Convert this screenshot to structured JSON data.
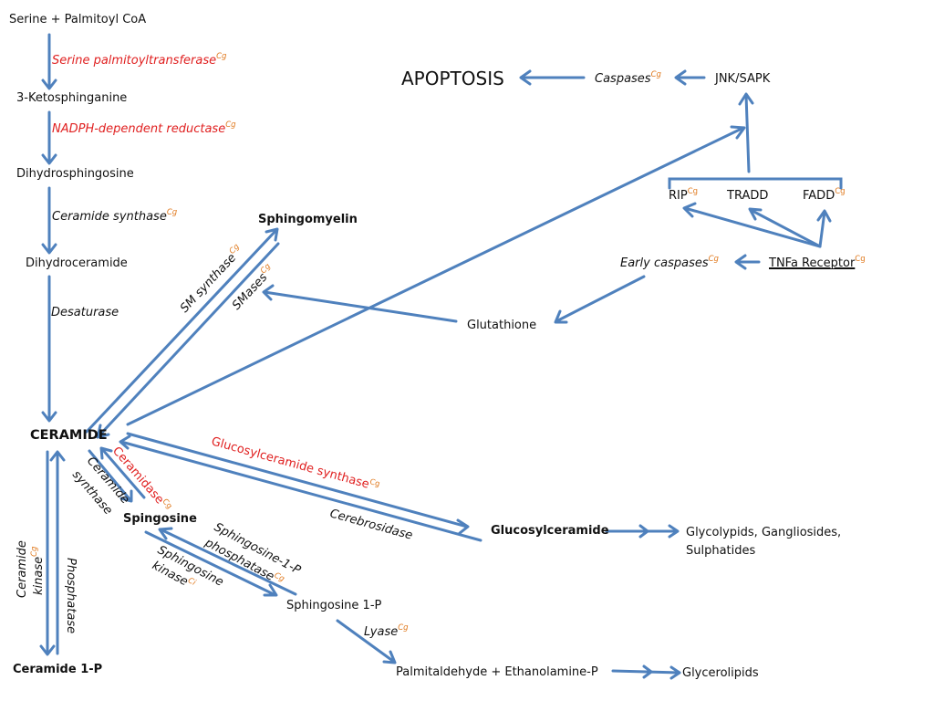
{
  "nodes": {
    "serine_palmitoyl": "Serine + Palmitoyl CoA",
    "ketosphinganine": "3-Ketosphinganine",
    "dihydrosphingosine": "Dihydrosphingosine",
    "dihydroceramide": "Dihydroceramide",
    "ceramide": "CERAMIDE",
    "ceramide_1p": "Ceramide 1-P",
    "sphingomyelin": "Sphingomyelin",
    "spingosine": "Spingosine",
    "sphingosine_1p": "Sphingosine 1-P",
    "palmitaldehyde": "Palmitaldehyde + Ethanolamine-P",
    "glycerolipids": "Glycerolipids",
    "glucosylceramide": "Glucosylceramide",
    "glycolipids_line1": "Glycolypids, Gangliosides,",
    "glycolipids_line2": "Sulphatides",
    "glutathione": "Glutathione",
    "apoptosis": "APOPTOSIS",
    "jnk_sapk": "JNK/SAPK",
    "rip": "RIP",
    "tradd": "TRADD",
    "fadd": "FADD",
    "tnfa_receptor": "TNFa Receptor"
  },
  "enzymes": {
    "serine_palmitoyltransferase": "Serine palmitoyltransferase",
    "nadph_reductase": "NADPH-dependent reductase",
    "ceramide_synthase_top": "Ceramide synthase",
    "desaturase": "Desaturase",
    "sm_synthase": "SM synthase",
    "smases": "SMases",
    "caspases": "Caspases",
    "early_caspases": "Early caspases",
    "glucosylceramide_synthase": "Glucosylceramide synthase",
    "cerebrosidase": "Cerebrosidase",
    "ceramidase": "Ceramidase",
    "ceramide_synthase_line1": "Ceramide",
    "ceramide_synthase_line2": "synthase",
    "ceramide_kinase_line1": "Ceramide",
    "ceramide_kinase_line2": "kinase",
    "phosphatase": "Phosphatase",
    "s1p_phosphatase_line1": "Sphingosine-1-P",
    "s1p_phosphatase_line2": "phosphatase",
    "sphingosine_kinase_line1": "Sphingosine",
    "sphingosine_kinase_line2": "kinase",
    "lyase": "Lyase"
  },
  "superscripts": {
    "cg": "Cg",
    "ci": "Ci"
  },
  "colors": {
    "arrow": "#4f81bd",
    "enzyme_highlight": "#e02020",
    "superscript": "#e07a1f"
  }
}
